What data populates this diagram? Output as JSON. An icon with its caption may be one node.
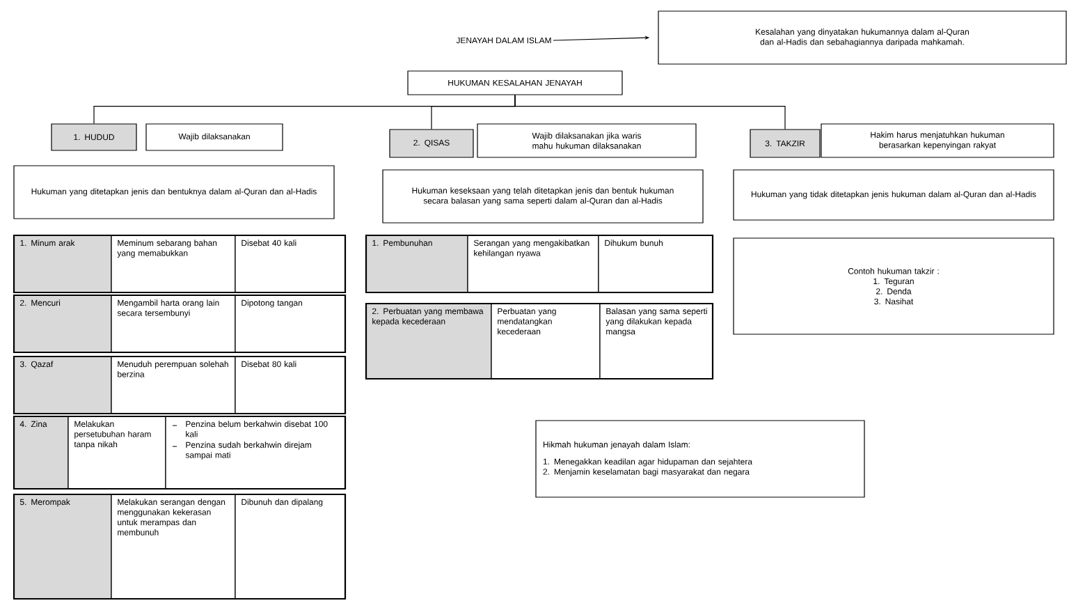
{
  "diagram": {
    "nodes": [
      {
        "text": [
          "JENAYAH DALAM ISLAM"
        ]
      },
      {
        "text": [
          "Kesalahan yang dinyatakan hukumannya dalam al-Quran dan al-Hadis dan sebahagiannya daripada mahkamah."
        ]
      },
      {
        "text": [
          "HUKUMAN KESALAHAN JENAYAH"
        ]
      },
      {
        "text": [
          "1. HUDUD"
        ]
      },
      {
        "text": [
          "Wajib dilaksanakan"
        ]
      },
      {
        "text": [
          "Hukuman yang ditetapkan jenis dan bentuknya dalam al-Quran dan al-Hadis"
        ]
      },
      {
        "text": [
          "1. Minum arak",
          "Meminum sebarang bahan yang memabukkan",
          "Disebat 40 kali"
        ]
      },
      {
        "text": [
          "2. Mencuri",
          "Mengambil harta orang lain secara tersembunyi",
          "Dipotong tangan"
        ]
      },
      {
        "text": [
          "3. Qazaf",
          "Menuduh perempuan solehah berzina",
          "Disebat 80 kali"
        ]
      },
      {
        "text": [
          "4. Zina",
          "Melakukan persetubuhan haram tanpa nikah",
          "Penzina belum berkahwin disebat 100 kali",
          "Penzina sudah berkahwin direjam sampai mati"
        ]
      },
      {
        "text": [
          "5. Merompak",
          "Melakukan serangan dengan menggunakan kekerasan untuk merampas dan membunuh",
          "Dibunuh dan dipalang"
        ]
      },
      {
        "text": [
          "2. QISAS"
        ]
      },
      {
        "text": [
          "Wajib dilaksanakan jika waris mahu hukuman dilaksanakan"
        ]
      },
      {
        "text": [
          "Hukuman keseksaan yang telah ditetapkan jenis dan bentuk hukuman secara balasan yang sama seperti dalam al-Quran dan al-Hadis"
        ]
      },
      {
        "text": [
          "1. Pembunuhan",
          "Serangan yang mengakibatkan kehilangan nyawa",
          "Dihukum bunuh"
        ]
      },
      {
        "text": [
          "2. Perbuatan yang membawa kepada kecederaan",
          "Perbuatan yang mendatangkan kecederaan",
          "Balasan yang sama seperti yang dilakukan kepada mangsa"
        ]
      },
      {
        "text": [
          "3. TAKZIR"
        ]
      },
      {
        "text": [
          "Hakim harus menjatuhkan hukuman berasarkan kepenyingan rakyat"
        ]
      },
      {
        "text": [
          "Hukuman yang tidak ditetapkan jenis hukuman dalam al-Quran dan al-Hadis"
        ]
      },
      {
        "text": [
          "Contoh hukuman takzir :",
          "1. Teguran",
          "2. Denda",
          "3. Nasihat"
        ]
      },
      {
        "text": [
          "Hikmah hukuman jenayah dalam Islam:",
          "1. Menegakkan keadilan agar hidupaman dan sejahtera",
          "2. Menjamin keselamatan bagi masyarakat dan negara"
        ]
      }
    ],
    "edges": [
      {
        "from": 0,
        "to": 1,
        "arrow": "to"
      },
      {
        "from": 2,
        "to": 3,
        "arrow": "none"
      },
      {
        "from": 2,
        "to": 11,
        "arrow": "none"
      },
      {
        "from": 2,
        "to": 16,
        "arrow": "none"
      }
    ]
  }
}
